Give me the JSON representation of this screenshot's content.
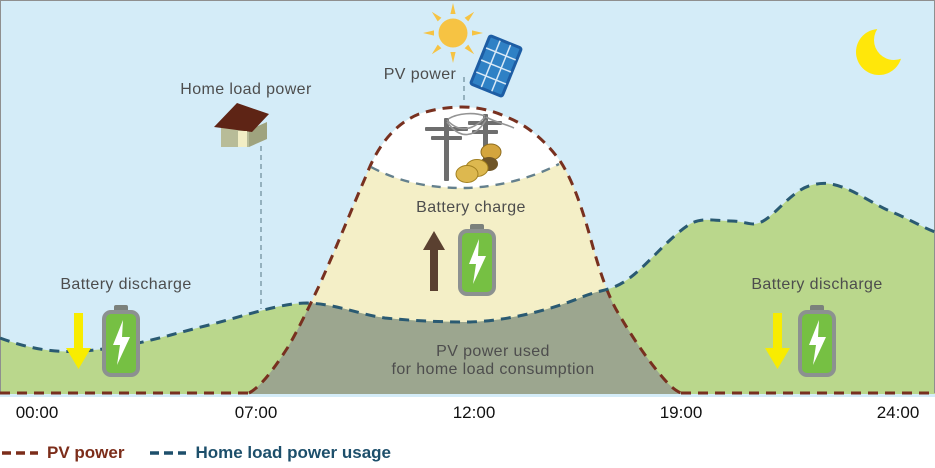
{
  "diagram": {
    "labels": {
      "pv_power": "PV power",
      "home_load_power": "Home load power",
      "battery_charge": "Battery charge",
      "battery_discharge_left": "Battery discharge",
      "battery_discharge_right": "Battery discharge",
      "pv_used_line1": "PV power used",
      "pv_used_line2": "for home load consumption"
    },
    "icons": {
      "sun": "sun-icon",
      "solar_panel": "solar-panel-icon",
      "moon": "moon-icon",
      "house": "house-icon",
      "power_grid": "power-grid-icon",
      "coins": "coins-icon",
      "battery": "battery-icon",
      "arrow_up": "arrow-up-icon",
      "arrow_down": "arrow-down-icon"
    },
    "regions": {
      "battery_charge_fill": "pale-yellow area between PV curve and home load curve",
      "overlap_fill": "olive-gray area where PV power covers home load",
      "home_load_fill": "green area under home load curve",
      "grid_sell_cap": "white cap at top of PV curve with power grid and coins"
    }
  },
  "axis": {
    "ticks": [
      "00:00",
      "07:00",
      "12:00",
      "19:00",
      "24:00"
    ]
  },
  "legend": {
    "items": [
      {
        "label": "PV power",
        "color": "#7c2d1a"
      },
      {
        "label": "Home load power usage",
        "color": "#1d4f6b"
      }
    ]
  },
  "colors": {
    "sky": "#d4ecf8",
    "load_region": "#bad78c",
    "overlap_region": "#9ca68f",
    "charge_region": "#f4efc7",
    "cap_region": "#ffffff",
    "pv_line": "#78301f",
    "load_line": "#2a5a72",
    "arc_line": "#64808d",
    "helper_line": "#7a98a6",
    "label_gray": "#4d4d4d",
    "tick_black": "#111111",
    "sun": "#f6c343",
    "moon": "#ffe70a",
    "battery_green": "#76c043",
    "battery_frame": "#8c9190",
    "arrow_yellow": "#f8ec00",
    "arrow_brown": "#5a4030",
    "house_roof": "#5e2415",
    "house_wall": "#b8bc98",
    "house_wall_shade": "#9fa37e",
    "house_door": "#f2eec5",
    "panel_blue": "#2f81c5",
    "panel_frame": "#1d5da4",
    "pole_gray": "#6e6e6e",
    "coin_gold": "#d4a53e"
  }
}
